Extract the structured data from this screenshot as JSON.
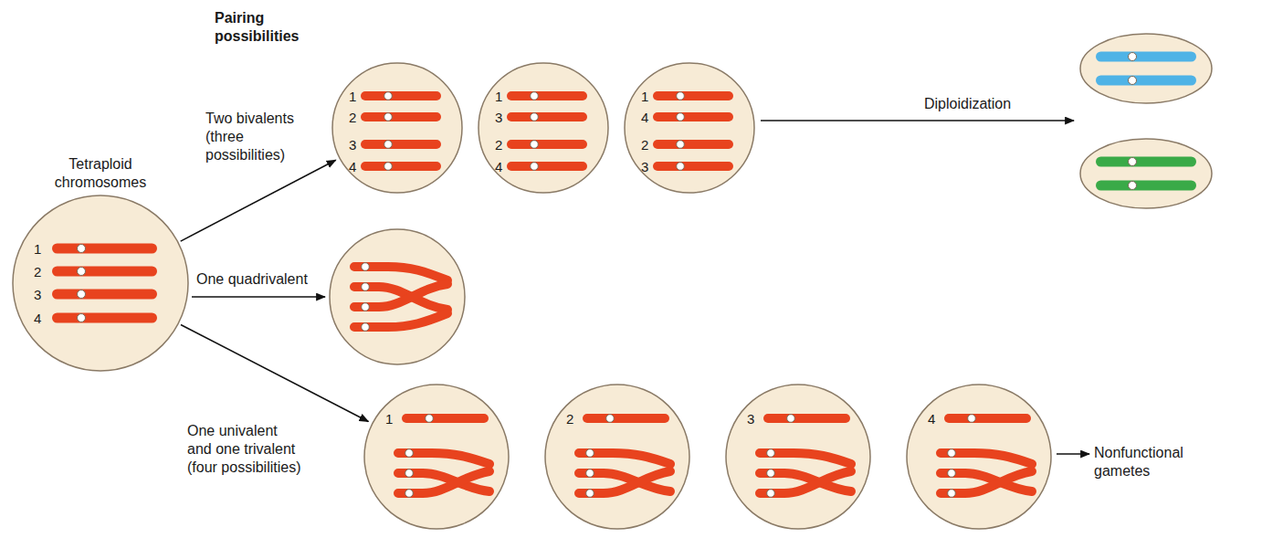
{
  "diagram": {
    "title": "Pairing possibilities",
    "nodes": [
      {
        "text": [
          "Tetraploid chromosomes",
          "1",
          "2",
          "3",
          "4"
        ]
      },
      {
        "text": [
          "1",
          "2",
          "3",
          "4"
        ]
      },
      {
        "text": [
          "1",
          "3",
          "2",
          "4"
        ]
      },
      {
        "text": [
          "1",
          "4",
          "2",
          "3"
        ]
      },
      {
        "text": [
          "1"
        ]
      },
      {
        "text": [
          "2"
        ]
      },
      {
        "text": [
          "3"
        ]
      },
      {
        "text": [
          "4"
        ]
      }
    ],
    "edges": [
      {
        "from": 0,
        "to": 1,
        "arrow": "to",
        "label": "Two bivalents (three possibilities)"
      },
      {
        "from": 0,
        "to": 4,
        "arrow": "to",
        "label": "One univalent and one trivalent (four possibilities)"
      }
    ],
    "labels": [
      "One quadrivalent",
      "Diploidization",
      "Nonfunctional gametes"
    ]
  }
}
